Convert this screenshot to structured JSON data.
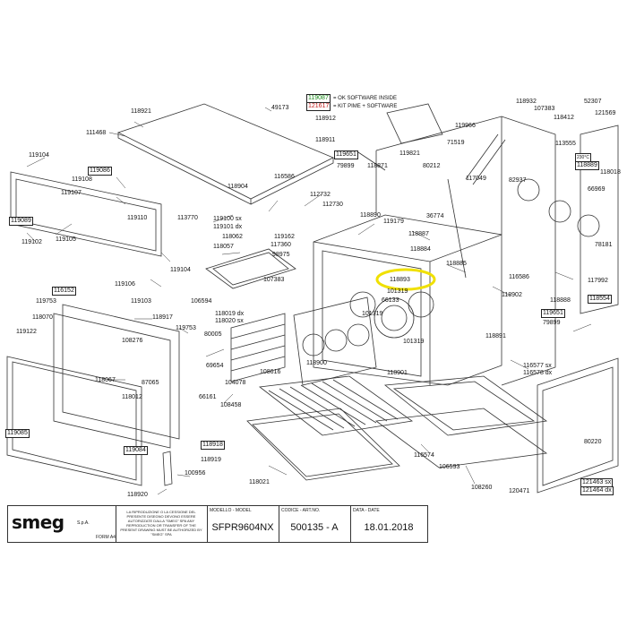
{
  "legend": {
    "ok_code": "119087",
    "ok_text": "= OK SOFTWARE INSIDE",
    "kit_code": "121617",
    "kit_text": "= KIT PIME + SOFTWARE",
    "ok_color": "#1a8a1a",
    "kit_color": "#c01818"
  },
  "highlight_color": "#f0e000",
  "part_labels": [
    {
      "text": "49173"
    },
    {
      "text": "118921"
    },
    {
      "text": "111468"
    },
    {
      "text": "119104"
    },
    {
      "text": "119086"
    },
    {
      "text": "119108"
    },
    {
      "text": "119107"
    },
    {
      "text": "119110"
    },
    {
      "text": "113770"
    },
    {
      "text": "119089"
    },
    {
      "text": "119102"
    },
    {
      "text": "119105"
    },
    {
      "text": "119104"
    },
    {
      "text": "118904"
    },
    {
      "text": "116586"
    },
    {
      "text": "119100 sx"
    },
    {
      "text": "119101 dx"
    },
    {
      "text": "118062"
    },
    {
      "text": "119162"
    },
    {
      "text": "118057"
    },
    {
      "text": "117360"
    },
    {
      "text": "98975"
    },
    {
      "text": "107383"
    },
    {
      "text": "106594"
    },
    {
      "text": "118019 dx"
    },
    {
      "text": "118020 sx"
    },
    {
      "text": "80005"
    },
    {
      "text": "119106"
    },
    {
      "text": "119103"
    },
    {
      "text": "116152"
    },
    {
      "text": "119753"
    },
    {
      "text": "118070"
    },
    {
      "text": "118917"
    },
    {
      "text": "119753"
    },
    {
      "text": "108276"
    },
    {
      "text": "119122"
    },
    {
      "text": "118067"
    },
    {
      "text": "87065"
    },
    {
      "text": "118012"
    },
    {
      "text": "69654"
    },
    {
      "text": "66161"
    },
    {
      "text": "104078"
    },
    {
      "text": "118918"
    },
    {
      "text": "119085"
    },
    {
      "text": "119084"
    },
    {
      "text": "118919"
    },
    {
      "text": "100956"
    },
    {
      "text": "118920"
    },
    {
      "text": "118911"
    },
    {
      "text": "118912"
    },
    {
      "text": "119651"
    },
    {
      "text": "79899"
    },
    {
      "text": "118871"
    },
    {
      "text": "119821"
    },
    {
      "text": "80212"
    },
    {
      "text": "112732"
    },
    {
      "text": "112730"
    },
    {
      "text": "118890"
    },
    {
      "text": "119179"
    },
    {
      "text": "36774"
    },
    {
      "text": "118887"
    },
    {
      "text": "118884"
    },
    {
      "text": "118885"
    },
    {
      "text": "118893"
    },
    {
      "text": "101319"
    },
    {
      "text": "66133"
    },
    {
      "text": "101319"
    },
    {
      "text": "101319"
    },
    {
      "text": "118900"
    },
    {
      "text": "108616"
    },
    {
      "text": "108458"
    },
    {
      "text": "118021"
    },
    {
      "text": "118901"
    },
    {
      "text": "116574"
    },
    {
      "text": "106593"
    },
    {
      "text": "108260"
    },
    {
      "text": "120471"
    },
    {
      "text": "118891"
    },
    {
      "text": "116577 sx"
    },
    {
      "text": "116578 dx"
    },
    {
      "text": "118902"
    },
    {
      "text": "116586"
    },
    {
      "text": "118888"
    },
    {
      "text": "118554"
    },
    {
      "text": "119651"
    },
    {
      "text": "79899"
    },
    {
      "text": "80220"
    },
    {
      "text": "121463 sx"
    },
    {
      "text": "121464 dx"
    },
    {
      "text": "71519"
    },
    {
      "text": "119966"
    },
    {
      "text": "118932"
    },
    {
      "text": "107383"
    },
    {
      "text": "118412"
    },
    {
      "text": "52307"
    },
    {
      "text": "121569"
    },
    {
      "text": "113555"
    },
    {
      "text": "230°C"
    },
    {
      "text": "118889"
    },
    {
      "text": "118018"
    },
    {
      "text": "82937"
    },
    {
      "text": "117049"
    },
    {
      "text": "66969"
    },
    {
      "text": "78181"
    },
    {
      "text": "117992"
    }
  ],
  "title_block": {
    "brand": "smeg",
    "brand_suffix": "S.p.A.",
    "form": "FORM A4",
    "copyright": "LA RIPRODUZIONE O LA CESSIONE DEL PRESENTE DISEGNO DEVONO ESSERE AUTORIZZATE DALLA \"SMEG\" SPA ANY REPRODUCTION OR TRANSFER OF THE PRESENT DRAWING MUST BE AUTHORIZED BY \"SMEG\" SPA",
    "model_header": "MODELLO - MODEL",
    "model_value": "SFPR9604NX",
    "code_header": "CODICE - ART.NO.",
    "code_value": "500135 - A",
    "date_header": "DATA - DATE",
    "date_value": "18.01.2018"
  }
}
